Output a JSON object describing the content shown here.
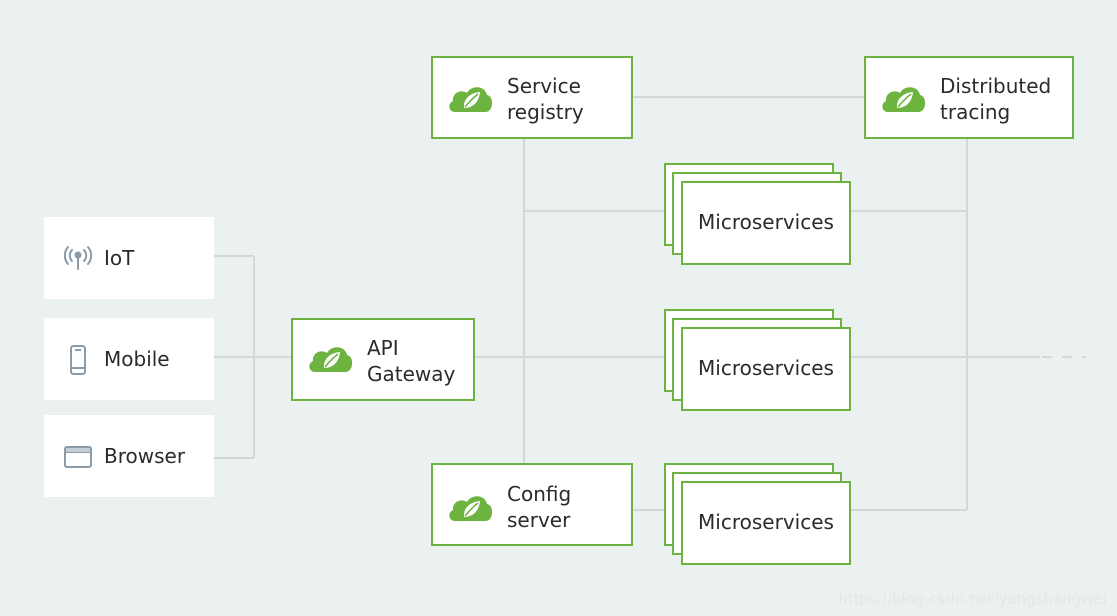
{
  "colors": {
    "background": "#ebf1f1",
    "accent": "#6db33f",
    "line": "#d3d9d9",
    "icon_gray": "#8a9aa6"
  },
  "clients": [
    {
      "label": "IoT",
      "icon": "antenna-icon"
    },
    {
      "label": "Mobile",
      "icon": "mobile-phone-icon"
    },
    {
      "label": "Browser",
      "icon": "browser-window-icon"
    }
  ],
  "nodes": {
    "api_gateway": {
      "line1": "API",
      "line2": "Gateway",
      "icon": "spring-leaf-icon"
    },
    "service_registry": {
      "line1": "Service",
      "line2": "registry",
      "icon": "spring-leaf-icon"
    },
    "config_server": {
      "line1": "Config",
      "line2": "server",
      "icon": "spring-leaf-icon"
    },
    "distributed_tracing": {
      "line1": "Distributed",
      "line2": "tracing",
      "icon": "spring-leaf-icon"
    }
  },
  "microservices": [
    {
      "label": "Microservices"
    },
    {
      "label": "Microservices"
    },
    {
      "label": "Microservices"
    }
  ],
  "watermark": "https://blog.csdn.net/yangshangwei"
}
